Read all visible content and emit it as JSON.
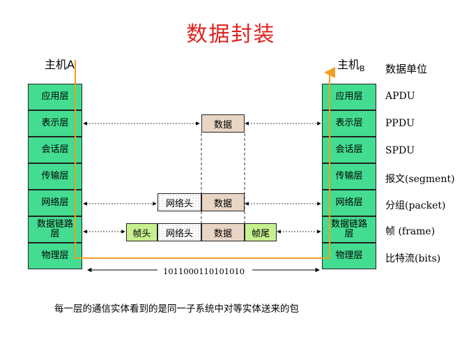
{
  "title": "数据封装",
  "hosts": {
    "a_name": "主机",
    "a_sub": "A",
    "b_name": "主机",
    "b_sub": "B"
  },
  "units_header": "数据单位",
  "layers": [
    "应用层",
    "表示层",
    "会话层",
    "传输层",
    "网络层",
    "数据链路层",
    "物理层"
  ],
  "units": [
    "APDU",
    "PPDU",
    "SPDU",
    "报文(segment)",
    "分组(packet)",
    "帧 (frame)",
    "比特流(bits)"
  ],
  "encapsulation": {
    "data": "数据",
    "network_header": "网络头",
    "frame_header": "帧头",
    "frame_trailer": "帧尾"
  },
  "bitstream": "1011000110101010",
  "footer": "每一层的通信实体看到的是同一子系统中对等实体送来的包",
  "colors": {
    "title": "#e0201c",
    "layer_fill": "#43dc90",
    "data_fill": "#e8d5c4",
    "frame_fill": "#c7f08e",
    "flow_line": "#f0a020"
  }
}
